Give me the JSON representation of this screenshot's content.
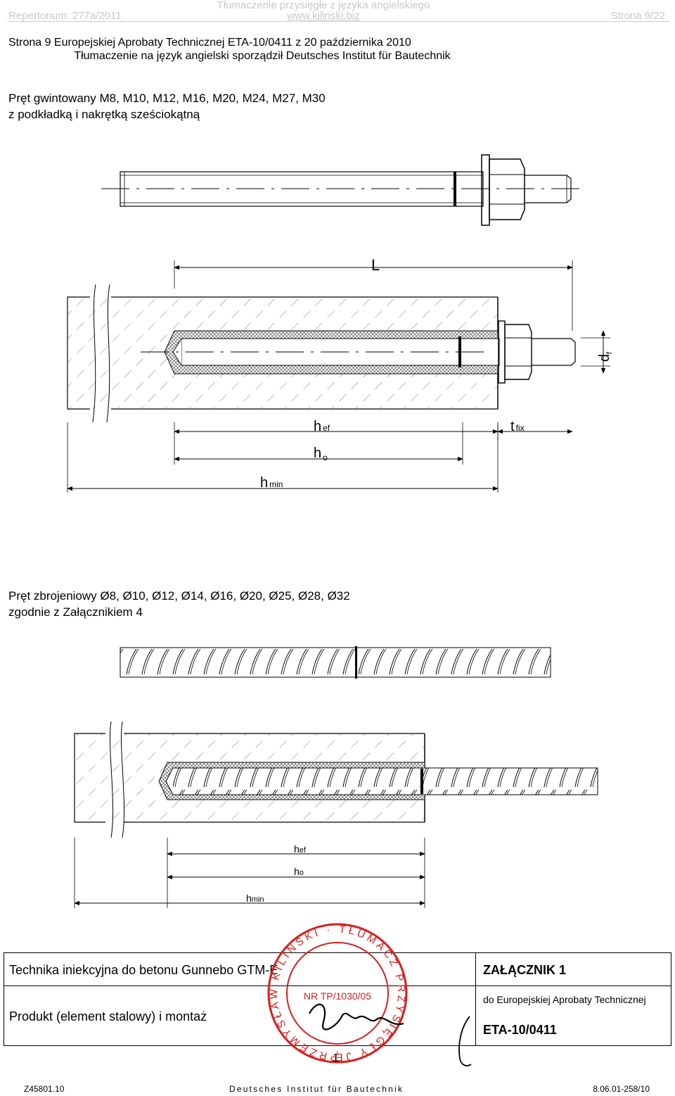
{
  "header": {
    "repertorium": "Repertorium: 277a/2011",
    "translation_note": "Tłumaczenie przysięgłe z języka angielskiego",
    "website": "www.kilinski.biz",
    "page": "Strona 9/22"
  },
  "title": {
    "line1": "Strona 9 Europejskiej Aprobaty Technicznej ETA-10/0411 z 20 października 2010",
    "line2": "Tłumaczenie na język angielski sporządził Deutsches Institut für Bautechnik"
  },
  "section1": {
    "line1": "Pręt gwintowany M8, M10, M12, M16, M20, M24, M27, M30",
    "line2": "z podkładką i nakrętką sześciokątną"
  },
  "drawing1": {
    "L": "L",
    "df_main": "d",
    "df_sub": "f",
    "hef_main": "h",
    "hef_sub": "ef",
    "tfix_main": "t",
    "tfix_sub": "fix",
    "h0_main": "h",
    "h0_sub": "o",
    "hmin_main": "h",
    "hmin_sub": "min"
  },
  "section2": {
    "line1": "Pręt zbrojeniowy Ø8, Ø10, Ø12, Ø14, Ø16, Ø20, Ø25, Ø28, Ø32",
    "line2": "zgodnie z Załącznikiem 4"
  },
  "drawing2": {
    "hef_main": "h",
    "hef_sub": "ef",
    "h0_main": "h",
    "h0_sub": "o",
    "hmin_main": "h",
    "hmin_sub": "min"
  },
  "stamp": {
    "ring_text": "PRZEMYSŁAW KILIŃSKI · TŁUMACZ PRZYSIĘGŁY JĘZYKA ANGIELSKIEGO",
    "number": "NR TP/1030/05",
    "bottom_number": "1",
    "color": "#d81e1e"
  },
  "table": {
    "title": "Technika iniekcyjna do betonu Gunnebo GTM-E",
    "subtitle": "Produkt (element stalowy) i montaż",
    "annex": "ZAŁĄCZNIK 1",
    "annex_ref": "do Europejskiej Aprobaty Technicznej",
    "eta": "ETA-10/0411"
  },
  "footer": {
    "left": "Z45801.10",
    "center": "Deutsches Institut für Bautechnik",
    "right": "8.06.01-258/10"
  }
}
